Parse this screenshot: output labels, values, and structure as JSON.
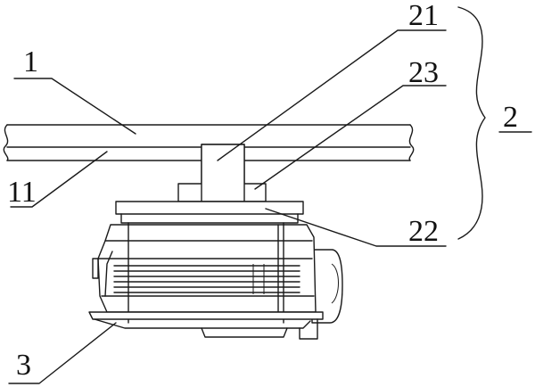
{
  "labels": {
    "rail": "1",
    "rail_groove": "11",
    "sliding_assembly": "2",
    "connector": "21",
    "mount_plate": "22",
    "clamp_block": "23",
    "device": "3"
  }
}
